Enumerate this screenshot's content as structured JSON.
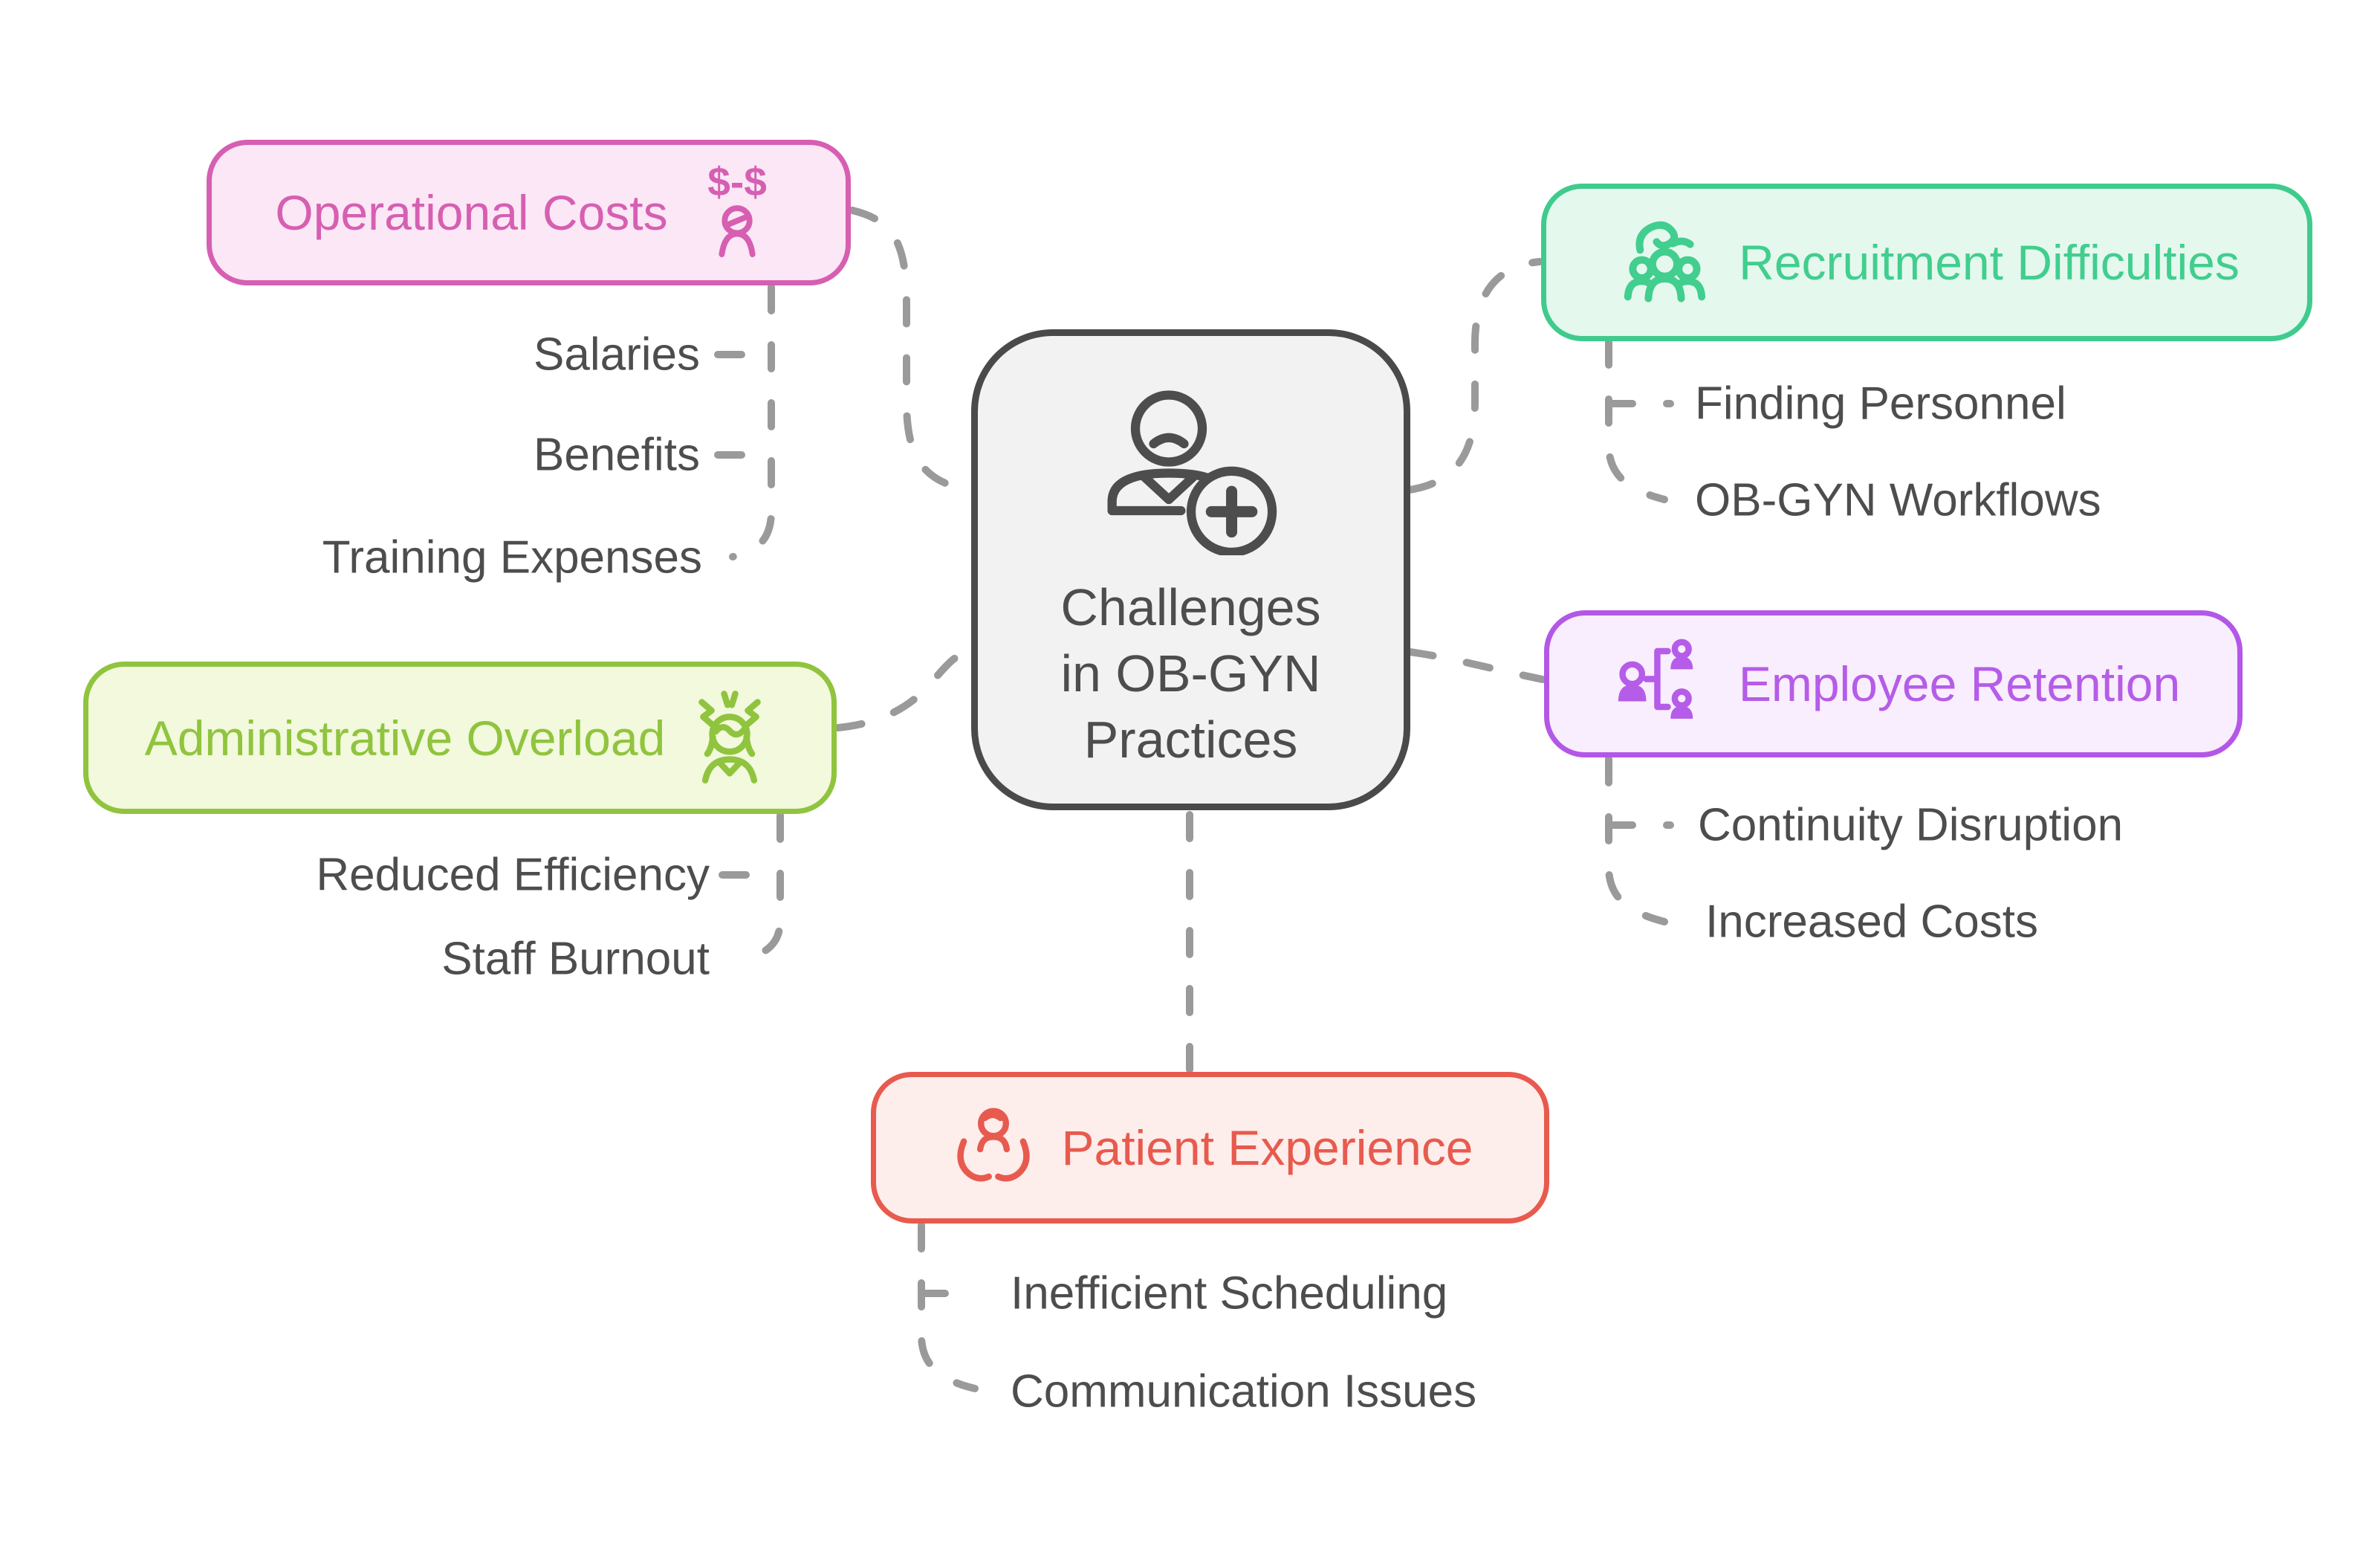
{
  "title": "Challenges in OB-GYN Practices",
  "center": {
    "lines": [
      "Challenges",
      "in OB-GYN",
      "Practices"
    ],
    "icon": "doctor-plus-icon"
  },
  "connector_color": "#9a9a9a",
  "subitem_text_color": "#4d4d4d",
  "branches": [
    {
      "id": "operational-costs",
      "label": "Operational Costs",
      "icon": "dollar-stress-person-icon",
      "icon_glyph": "$-$",
      "accent": "#d65fb2",
      "fill": "#fbe7f5",
      "items": [
        "Salaries",
        "Benefits",
        "Training Expenses"
      ]
    },
    {
      "id": "administrative-overload",
      "label": "Administrative Overload",
      "icon": "stressed-person-icon",
      "accent": "#90c43e",
      "fill": "#f2f9dd",
      "items": [
        "Reduced Efficiency",
        "Staff Burnout"
      ]
    },
    {
      "id": "recruitment-difficulties",
      "label": "Recruitment Difficulties",
      "icon": "hand-over-crowd-icon",
      "accent": "#3fcb8d",
      "fill": "#e5f8ee",
      "items": [
        "Finding Personnel",
        "OB-GYN Workflows"
      ]
    },
    {
      "id": "employee-retention",
      "label": "Employee Retention",
      "icon": "org-chart-people-icon",
      "accent": "#b358e6",
      "fill": "#f9eefd",
      "items": [
        "Continuity Disruption",
        "Increased Costs"
      ]
    },
    {
      "id": "patient-experience",
      "label": "Patient Experience",
      "icon": "caring-hands-person-icon",
      "accent": "#e85a4e",
      "fill": "#fdedeb",
      "items": [
        "Inefficient Scheduling",
        "Communication Issues"
      ]
    }
  ]
}
